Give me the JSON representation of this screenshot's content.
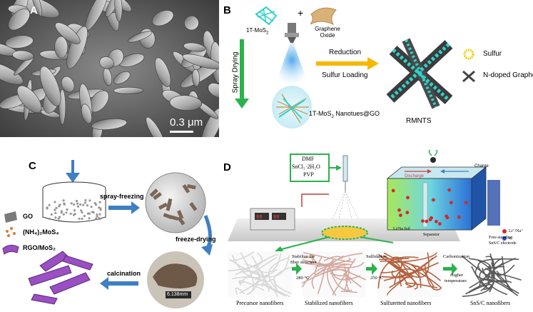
{
  "panels": {
    "a": {
      "label": "A",
      "scale_bar": "0.3 μm"
    },
    "b": {
      "label": "B",
      "reagent1": "1T-MoS",
      "reagent1_sub": "2",
      "plus": "+",
      "reagent2": "Graphene Oxide",
      "process": "Spray Drying",
      "intermediate": "1T-MoS",
      "intermediate_sub": "2",
      "intermediate_suffix": " Nanotues@GO",
      "step1": "Reduction",
      "step2": "Sulfur Loading",
      "product": "RMNTS",
      "legend": [
        {
          "label": "Sulfur",
          "icon": "sulfur-ring-icon"
        },
        {
          "label": "N-doped Graphene",
          "icon": "graphene-sheet-icon"
        }
      ]
    },
    "c": {
      "label": "C",
      "step1": "spray-freezing",
      "step2": "freeze-drying",
      "step3": "calcination",
      "measure": "6.138mm",
      "legend": [
        {
          "label": "GO",
          "icon": "go-sheet-icon"
        },
        {
          "label": "(NH₄)₂MoS₄",
          "icon": "dots-icon"
        },
        {
          "label": "RGO/MoS₂",
          "icon": "rgo-mos2-icon"
        }
      ]
    },
    "d": {
      "label": "D",
      "reagents": [
        "DMF",
        "SnCl₂·2H₂O",
        "PVP"
      ],
      "discharge": "Discharge",
      "charge": "Charge",
      "foil": "Li/Na foil",
      "separator": "Separator",
      "electrode": [
        "Free-standing",
        "SnS/C electrode"
      ],
      "ions": "Li⁺/Na⁺",
      "electron": "e⁻",
      "steps": [
        {
          "line1": "Stabilize the",
          "line2": "fiber structure",
          "line3": "280 °C"
        },
        {
          "line1": "Sulfidation",
          "line2": "",
          "line3": "250 °C"
        },
        {
          "line1": "Carbonization",
          "line2": "Higher",
          "line3": "temperature"
        }
      ],
      "fibers": [
        "Precursor nanofibers",
        "Stabilized  nanofibers",
        "Sulfuretted nanofibers",
        "SnS/C nanofibers"
      ]
    }
  },
  "colors": {
    "arrow_green": "#2bb24c",
    "arrow_yellow": "#f5b800",
    "arrow_blue": "#3f7fc4",
    "cyan": "#2ed3c9",
    "purple": "#9a4fc2",
    "sem_gray": "#707070"
  }
}
